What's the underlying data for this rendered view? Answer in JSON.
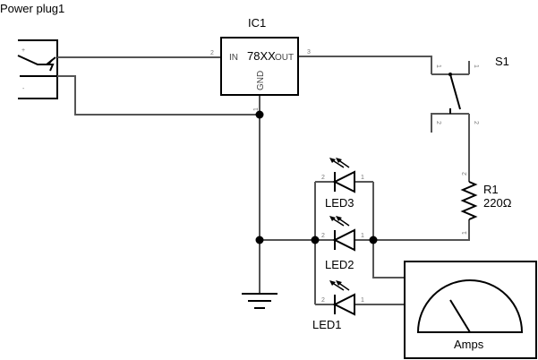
{
  "power_plug": {
    "label": "Power plug1",
    "plus": "+",
    "minus": "-"
  },
  "ic": {
    "label": "IC1",
    "part": "78XX",
    "in": "IN",
    "out": "OUT",
    "gnd": "GND",
    "pin_in": "2",
    "pin_out": "3",
    "pin_gnd": "1"
  },
  "switch": {
    "label": "S1",
    "pins": [
      "1",
      "1",
      "2",
      "2"
    ]
  },
  "resistor": {
    "label": "R1",
    "value": "220Ω",
    "pin_top": "2",
    "pin_bottom": "1"
  },
  "leds": [
    {
      "label": "LED3",
      "anode_pin": "2",
      "cathode_pin": "1"
    },
    {
      "label": "LED2",
      "anode_pin": "2",
      "cathode_pin": "1"
    },
    {
      "label": "LED1",
      "anode_pin": "2",
      "cathode_pin": "1"
    }
  ],
  "meter": {
    "label": "Amps"
  }
}
